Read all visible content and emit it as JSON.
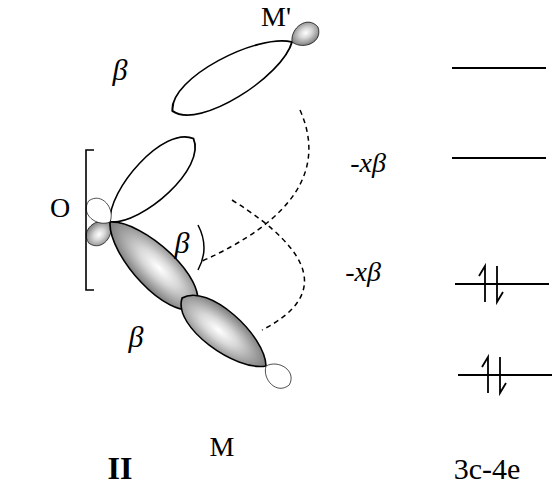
{
  "diagram": {
    "labels": [
      "M'",
      "β",
      "-xβ",
      "O",
      "β",
      "-xβ",
      "β",
      "M",
      "II",
      "3c-4e"
    ]
  }
}
